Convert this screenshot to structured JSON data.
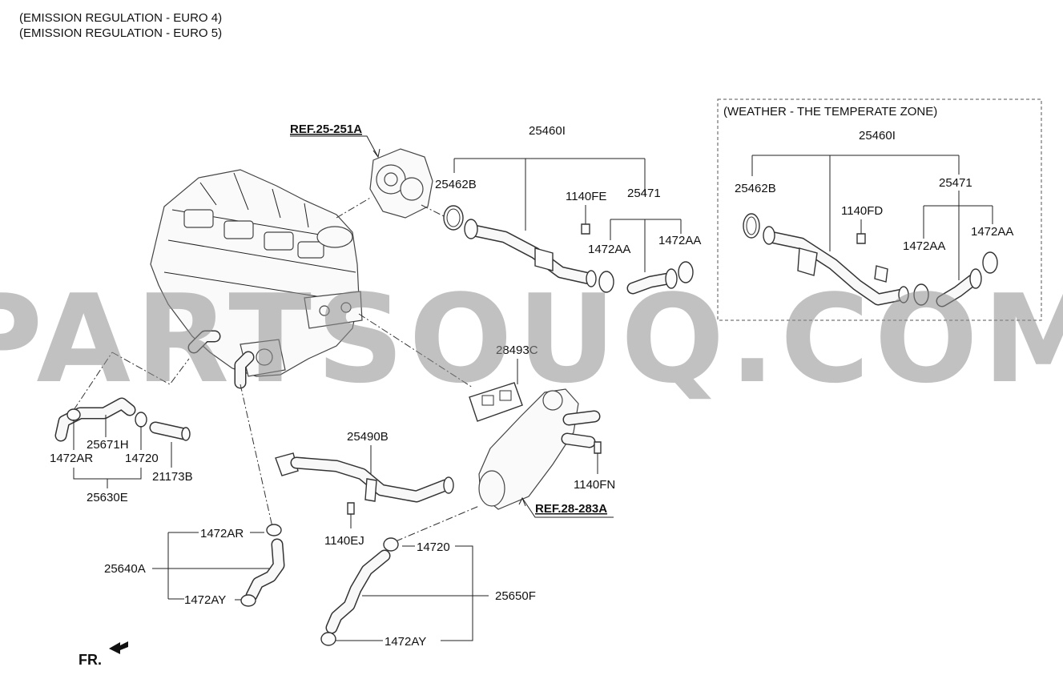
{
  "header": {
    "line1": "(EMISSION REGULATION - EURO 4)",
    "line2": "(EMISSION REGULATION - EURO 5)"
  },
  "weather_box": {
    "title": "(WEATHER - THE TEMPERATE ZONE)"
  },
  "refs": {
    "turbo": "REF.25-251A",
    "thermostat": "REF.28-283A"
  },
  "labels": {
    "main_25460I": "25460I",
    "main_25462B": "25462B",
    "main_1140FE": "1140FE",
    "main_25471": "25471",
    "main_1472AA_1": "1472AA",
    "main_1472AA_2": "1472AA",
    "box_25460I": "25460I",
    "box_25462B": "25462B",
    "box_1140FD": "1140FD",
    "box_25471": "25471",
    "box_1472AA_1": "1472AA",
    "box_1472AA_2": "1472AA",
    "p_28493C": "28493C",
    "p_25490B": "25490B",
    "p_1140FN": "1140FN",
    "p_1140EJ": "1140EJ",
    "p_25671H": "25671H",
    "p_1472AR_left": "1472AR",
    "p_14720_left": "14720",
    "p_21173B": "21173B",
    "p_25630E": "25630E",
    "p_1472AR_low": "1472AR",
    "p_25640A": "25640A",
    "p_1472AY_left": "1472AY",
    "p_14720_low": "14720",
    "p_25650F": "25650F",
    "p_1472AY_low": "1472AY"
  },
  "front_marker": {
    "label": "FR."
  },
  "watermark": {
    "text": "PARTSOUQ.COM"
  }
}
